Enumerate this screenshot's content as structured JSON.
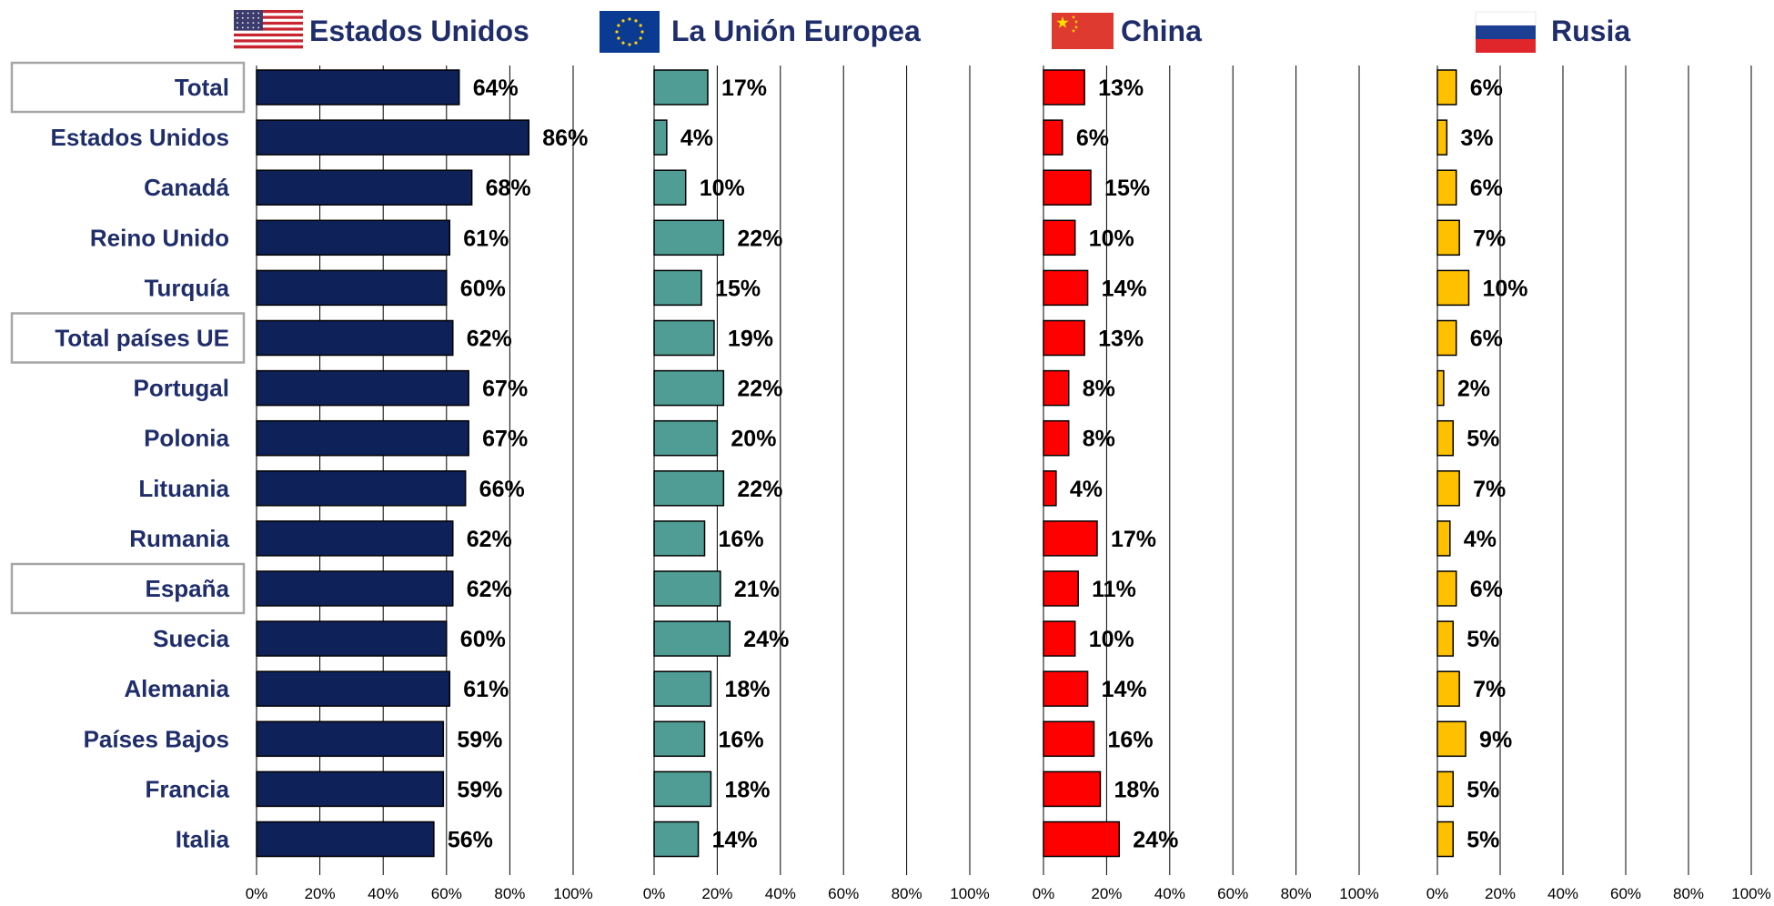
{
  "chart_data": [
    {
      "type": "bar",
      "orientation": "horizontal",
      "title": "Estados Unidos",
      "flag": "us-flag",
      "color": "#0e2158",
      "categories": [
        "Total",
        "Estados Unidos",
        "Canadá",
        "Reino Unido",
        "Turquía",
        "Total países UE",
        "Portugal",
        "Polonia",
        "Lituania",
        "Rumania",
        "España",
        "Suecia",
        "Alemania",
        "Países Bajos",
        "Francia",
        "Italia"
      ],
      "values": [
        64,
        86,
        68,
        61,
        60,
        62,
        67,
        67,
        66,
        62,
        62,
        60,
        61,
        59,
        59,
        56
      ],
      "value_labels": [
        "64%",
        "86%",
        "68%",
        "61%",
        "60%",
        "62%",
        "67%",
        "67%",
        "66%",
        "62%",
        "62%",
        "60%",
        "61%",
        "59%",
        "59%",
        "56%"
      ],
      "xlim": [
        0,
        100
      ],
      "xticks": [
        "0%",
        "20%",
        "40%",
        "60%",
        "80%",
        "100%"
      ],
      "grid": true
    },
    {
      "type": "bar",
      "orientation": "horizontal",
      "title": "La Unión Europea",
      "flag": "eu-flag",
      "color": "#4f9d94",
      "categories": [
        "Total",
        "Estados Unidos",
        "Canadá",
        "Reino Unido",
        "Turquía",
        "Total países UE",
        "Portugal",
        "Polonia",
        "Lituania",
        "Rumania",
        "España",
        "Suecia",
        "Alemania",
        "Países Bajos",
        "Francia",
        "Italia"
      ],
      "values": [
        17,
        4,
        10,
        22,
        15,
        19,
        22,
        20,
        22,
        16,
        21,
        24,
        18,
        16,
        18,
        14
      ],
      "value_labels": [
        "17%",
        "4%",
        "10%",
        "22%",
        "15%",
        "19%",
        "22%",
        "20%",
        "22%",
        "16%",
        "21%",
        "24%",
        "18%",
        "16%",
        "18%",
        "14%"
      ],
      "xlim": [
        0,
        100
      ],
      "xticks": [
        "0%",
        "20%",
        "40%",
        "60%",
        "80%",
        "100%"
      ],
      "grid": true
    },
    {
      "type": "bar",
      "orientation": "horizontal",
      "title": "China",
      "flag": "cn-flag",
      "color": "#ff0000",
      "categories": [
        "Total",
        "Estados Unidos",
        "Canadá",
        "Reino Unido",
        "Turquía",
        "Total países UE",
        "Portugal",
        "Polonia",
        "Lituania",
        "Rumania",
        "España",
        "Suecia",
        "Alemania",
        "Países Bajos",
        "Francia",
        "Italia"
      ],
      "values": [
        13,
        6,
        15,
        10,
        14,
        13,
        8,
        8,
        4,
        17,
        11,
        10,
        14,
        16,
        18,
        24
      ],
      "value_labels": [
        "13%",
        "6%",
        "15%",
        "10%",
        "14%",
        "13%",
        "8%",
        "8%",
        "4%",
        "17%",
        "11%",
        "10%",
        "14%",
        "16%",
        "18%",
        "24%"
      ],
      "xlim": [
        0,
        100
      ],
      "xticks": [
        "0%",
        "20%",
        "40%",
        "60%",
        "80%",
        "100%"
      ],
      "grid": true
    },
    {
      "type": "bar",
      "orientation": "horizontal",
      "title": "Rusia",
      "flag": "ru-flag",
      "color": "#ffc000",
      "categories": [
        "Total",
        "Estados Unidos",
        "Canadá",
        "Reino Unido",
        "Turquía",
        "Total países UE",
        "Portugal",
        "Polonia",
        "Lituania",
        "Rumania",
        "España",
        "Suecia",
        "Alemania",
        "Países Bajos",
        "Francia",
        "Italia"
      ],
      "values": [
        6,
        3,
        6,
        7,
        10,
        6,
        2,
        5,
        7,
        4,
        6,
        5,
        7,
        9,
        5,
        5
      ],
      "value_labels": [
        "6%",
        "3%",
        "6%",
        "7%",
        "10%",
        "6%",
        "2%",
        "5%",
        "7%",
        "4%",
        "6%",
        "5%",
        "7%",
        "9%",
        "5%",
        "5%"
      ],
      "xlim": [
        0,
        100
      ],
      "xticks": [
        "0%",
        "20%",
        "40%",
        "60%",
        "80%",
        "100%"
      ],
      "grid": true
    }
  ],
  "highlighted_categories": [
    "Total",
    "Total países UE",
    "España"
  ],
  "colors": {
    "category_label": "#1f2d6b",
    "title_text": "#1f2d6b",
    "value_label": "#000000",
    "grid": "#000000",
    "highlight_box": "#a6a6a6"
  }
}
